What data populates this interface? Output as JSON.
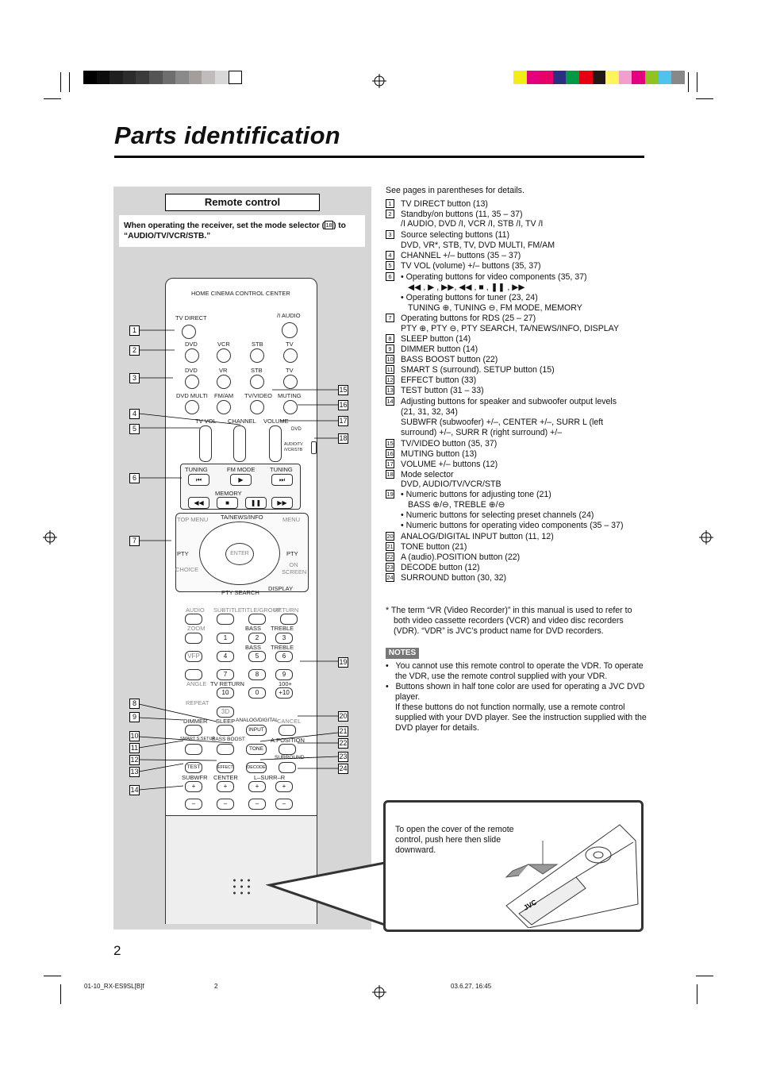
{
  "page": {
    "title": "Parts identification",
    "page_number": "2",
    "footer": {
      "file": "01-10_RX-ES9SL[B]f",
      "page": "2",
      "date": "03.6.27, 16:45"
    }
  },
  "remote_panel": {
    "heading": "Remote control",
    "note": "When operating the receiver, set the mode selector (",
    "note_num": "18",
    "note_end": ") to “AUDIO/TV/VCR/STB.”",
    "labels": {
      "top": "HOME CINEMA CONTROL CENTER",
      "tv_direct": "TV DIRECT",
      "audio": "/I AUDIO",
      "dvd": "DVD",
      "vcr": "VCR",
      "stb": "STB",
      "tv": "TV",
      "vr": "VR",
      "dvd_multi": "DVD MULTI",
      "fmam": "FM/AM",
      "tvvideo": "TV/VIDEO",
      "muting": "MUTING",
      "tvvol": "TV VOL",
      "channel": "CHANNEL",
      "volume": "VOLUME",
      "mode_dvd": "DVD",
      "mode_audio": "AUDIO/TV /VCR/STB",
      "tuning_l": "TUNING",
      "fm_mode": "FM MODE",
      "tuning_r": "TUNING",
      "memory": "MEMORY",
      "ta_news": "TA/NEWS/INFO",
      "top_menu": "TOP MENU",
      "menu": "MENU",
      "pty_l": "PTY",
      "pty_r": "PTY",
      "enter": "ENTER",
      "choice": "CHOICE",
      "on_screen": "ON SCREEN",
      "pty_search": "PTY SEARCH",
      "display": "DISPLAY",
      "audio2": "AUDIO",
      "subtitle": "SUBTITLE",
      "title_group": "TITLE/GROUP",
      "return": "RETURN",
      "zoom": "ZOOM",
      "bass_p": "BASS",
      "treble_p": "TREBLE",
      "bass_m": "BASS",
      "treble_m": "TREBLE",
      "vfp": "VFP",
      "angle": "ANGLE",
      "tv_return": "TV RETURN",
      "hundred": "100+",
      "repeat": "REPEAT",
      "threed": "3D",
      "dimmer": "DIMMER",
      "sleep": "SLEEP",
      "analog_digital": "ANALOG/DIGITAL",
      "cancel": "CANCEL",
      "input": "INPUT",
      "smart_s": "SMART S.SETUP",
      "bass_boost": "BASS BOOST",
      "tone": "TONE",
      "a_position": "A.POSITION",
      "surround": "SURROUND",
      "test": "TEST",
      "effect": "EFFECT",
      "decode": "DECODE",
      "subwfr": "SUBWFR",
      "center": "CENTER",
      "surr_l_r": "L–SURR–R",
      "k1": "1",
      "k2": "2",
      "k3": "3",
      "k4": "4",
      "k5": "5",
      "k6": "6",
      "k7": "7",
      "k8": "8",
      "k9": "9",
      "k10": "10",
      "k0": "0",
      "kplus10": "+10"
    },
    "callouts_left": [
      "1",
      "2",
      "3",
      "4",
      "5",
      "6",
      "7",
      "8",
      "9",
      "10",
      "11",
      "12",
      "13",
      "14"
    ],
    "callouts_right": [
      "15",
      "16",
      "17",
      "18",
      "19",
      "20",
      "21",
      "22",
      "23",
      "24"
    ]
  },
  "parts": {
    "intro": "See pages in parentheses for details.",
    "items": [
      {
        "n": "1",
        "text": "TV DIRECT button (13)"
      },
      {
        "n": "2",
        "text": "Standby/on buttons (11, 35 – 37)"
      },
      {
        "n": "3",
        "text": "Source selecting buttons (11)"
      },
      {
        "n": "4",
        "text": "CHANNEL +/– buttons (35 – 37)"
      },
      {
        "n": "5",
        "text": "TV VOL (volume) +/– buttons (35, 37)"
      },
      {
        "n": "6",
        "text": "•  Operating buttons for video components (35, 37)"
      },
      {
        "n": "7",
        "text": "Operating buttons for RDS (25 – 27)"
      },
      {
        "n": "8",
        "text": "SLEEP button (14)"
      },
      {
        "n": "9",
        "text": "DIMMER button (14)"
      },
      {
        "n": "10",
        "text": "BASS BOOST button (22)"
      },
      {
        "n": "11",
        "text": "SMART S (surround). SETUP button (15)"
      },
      {
        "n": "12",
        "text": "EFFECT button (33)"
      },
      {
        "n": "13",
        "text": "TEST button (31 – 33)"
      },
      {
        "n": "14",
        "text": "Adjusting buttons for speaker and subwoofer output levels"
      },
      {
        "n": "15",
        "text": "TV/VIDEO button (35, 37)"
      },
      {
        "n": "16",
        "text": "MUTING button (13)"
      },
      {
        "n": "17",
        "text": "VOLUME +/– buttons (12)"
      },
      {
        "n": "18",
        "text": "Mode selector"
      },
      {
        "n": "19",
        "text": "•  Numeric buttons for adjusting tone (21)"
      },
      {
        "n": "20",
        "text": "ANALOG/DIGITAL INPUT button (11, 12)"
      },
      {
        "n": "21",
        "text": "TONE button (21)"
      },
      {
        "n": "22",
        "text": "A (audio).POSITION button (22)"
      },
      {
        "n": "23",
        "text": "DECODE button (12)"
      },
      {
        "n": "24",
        "text": "SURROUND button (30, 32)"
      }
    ],
    "sub": {
      "s2": "/I AUDIO, DVD /I, VCR /I, STB /I, TV /I",
      "s3": "DVD, VR*, STB, TV, DVD MULTI, FM/AM",
      "s6a": "◀◀ , ▶ , ▶▶, ◀◀ , ■ , ❚❚ , ▶▶",
      "s6b": "•  Operating buttons for tuner (23, 24)",
      "s6c": "TUNING ⊕, TUNING ⊖, FM MODE, MEMORY",
      "s7": "PTY ⊕,  PTY ⊖, PTY SEARCH, TA/NEWS/INFO, DISPLAY",
      "s14a": "(21, 31, 32, 34)",
      "s14b": "SUBWFR (subwoofer) +/–, CENTER +/–, SURR L (left",
      "s14c": "surround) +/–, SURR R (right surround) +/–",
      "s18": "DVD, AUDIO/TV/VCR/STB",
      "s19a": "BASS ⊕/⊖, TREBLE ⊕/⊖",
      "s19b": "•  Numeric buttons for selecting preset channels (24)",
      "s19c": "•  Numeric buttons for operating video components (35 – 37)"
    },
    "footnote": "*  The term “VR (Video Recorder)” in this manual is used to refer to both video cassette recorders (VCR) and video disc recorders (VDR). “VDR” is JVC’s product name for DVD recorders.",
    "notes_label": "NOTES",
    "notes": [
      "You cannot use this remote control to operate the VDR. To operate the VDR, use the remote control supplied with your VDR.",
      "Buttons shown in half tone color are used for operating a JVC DVD player.",
      "If these buttons do not function normally, use a remote control supplied with your DVD player. See the instruction supplied with the DVD player for details."
    ],
    "inset_text": "To open the cover of the remote control, push here then slide downward.",
    "inset_brand": "JVC"
  },
  "colors": {
    "panel_bg": "#d6d6d6",
    "color_bar": [
      "#f4ec18",
      "#e4007f",
      "#e8006a",
      "#2b2e83",
      "#009944",
      "#e60012",
      "#231815",
      "#fff45c",
      "#f29fd0",
      "#e4007f",
      "#8fc31f",
      "#4ec3ee",
      "#888888"
    ],
    "gray_bar": [
      "#000000",
      "#0d0d0d",
      "#1f1f1f",
      "#2c2c2c",
      "#3b3b3b",
      "#555555",
      "#6e6e6e",
      "#8a8a8a",
      "#a39e9a",
      "#c0bcbb",
      "#d9d8d8",
      "#ffffff"
    ]
  }
}
